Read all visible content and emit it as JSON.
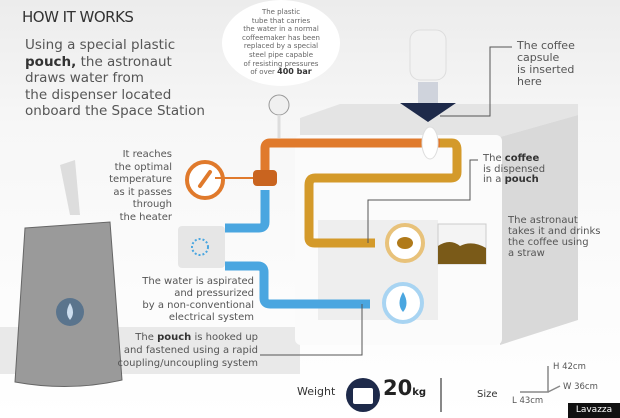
{
  "header": {
    "title": "HOW IT WORKS"
  },
  "intro": {
    "line1": "Using a special plastic",
    "bold": "pouch,",
    "line2_rest": " the astronaut",
    "line3": "draws water from",
    "line4": "the dispenser located",
    "line5": "onboard the Space Station"
  },
  "callouts": {
    "tube": [
      "The plastic",
      "tube that carries",
      "the water in a normal",
      "coffeemaker has been",
      "replaced by a special",
      "steel pipe capable",
      "of resisting pressures"
    ],
    "tube_last_prefix": "of over ",
    "tube_last_bold": "400 bar",
    "capsule": [
      "The coffee",
      "capsule",
      "is inserted",
      "here"
    ],
    "heater": [
      "It reaches",
      "the optimal",
      "temperature",
      "as it passes",
      "through",
      "the heater"
    ],
    "dispensed": {
      "p1": "The ",
      "b1": "coffee",
      "l2": "is dispensed",
      "p3": "in a ",
      "b3": "pouch"
    },
    "drinks": [
      "The astronaut",
      "takes it and drinks",
      "the coffee using",
      "a straw"
    ],
    "aspirated": [
      "The water is aspirated",
      "and pressurized",
      "by a non-conventional",
      "electrical system"
    ],
    "hooked": {
      "p1": "The ",
      "b1": "pouch",
      "r1": " is hooked up",
      "l2": "and fastened using a rapid",
      "l3": "coupling/uncoupling system"
    }
  },
  "specs": {
    "weight_label": "Weight",
    "weight_value": "20",
    "weight_unit": "kg",
    "size_label": "Size",
    "height": "H 42cm",
    "width": "W 36cm",
    "length": "L 43cm"
  },
  "brand": "Lavazza",
  "colors": {
    "orange": "#e07a2c",
    "gold": "#d49a2a",
    "blue": "#4aa6e0",
    "navy": "#1e2a4a",
    "coffee": "#7a5a18"
  }
}
